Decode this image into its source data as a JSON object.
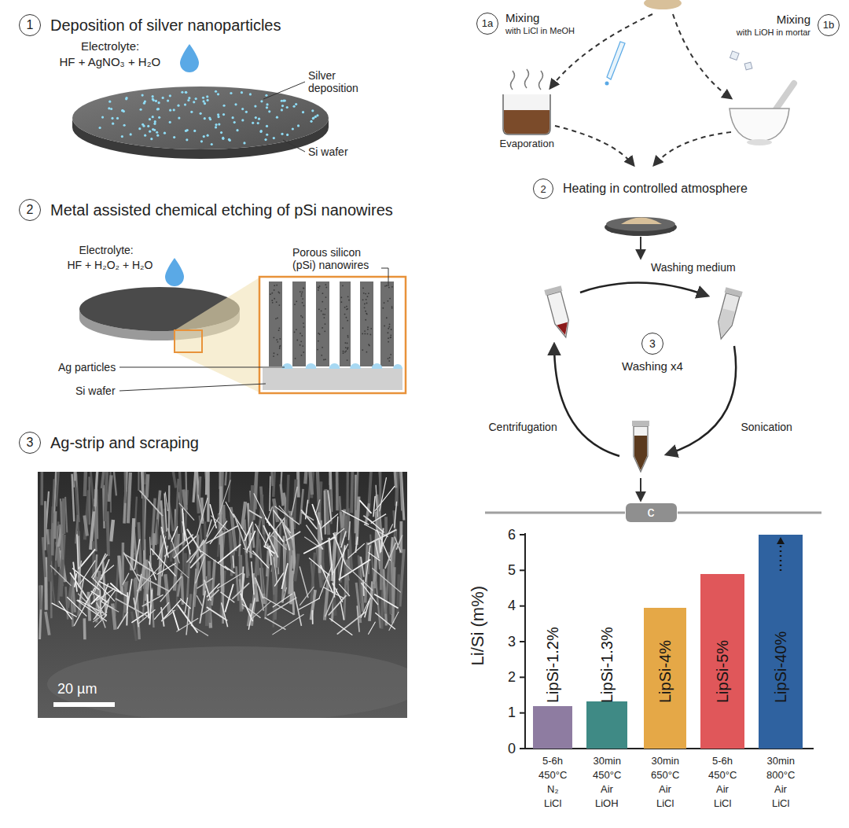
{
  "diagram": {
    "nodes": [
      {
        "text": [
          "1",
          "Deposition of silver nanoparticles"
        ]
      },
      {
        "text": [
          "2",
          "Metal assisted chemical etching of pSi nanowires"
        ]
      },
      {
        "text": [
          "3",
          "Ag-strip and scraping"
        ]
      },
      {
        "text": [
          "1a",
          "Mixing",
          "with LiCl in MeOH"
        ]
      },
      {
        "text": [
          "Mixing",
          "with LiOH in mortar",
          "1b"
        ]
      },
      {
        "text": [
          "2",
          "Heating in controlled atmosphere"
        ]
      },
      {
        "text": [
          "3",
          "Washing x4"
        ]
      },
      {
        "text": [
          "c"
        ]
      },
      {
        "text": [
          "LipSi-1.2%"
        ]
      },
      {
        "text": [
          "LipSi-1.3%"
        ]
      },
      {
        "text": [
          "LipSi-4%"
        ]
      },
      {
        "text": [
          "LipSi-5%"
        ]
      },
      {
        "text": [
          "LipSi-40%"
        ]
      }
    ],
    "labels": [
      "Electrolyte:",
      "HF + AgNO₃ + H₂O",
      "Silver deposition",
      "Si wafer",
      "Electrolyte:",
      "HF + H₂O₂ + H₂O",
      "Porous silicon (pSi) nanowires",
      "Ag particles",
      "Si wafer",
      "20 µm",
      "Evaporation",
      "Washing medium",
      "Centrifugation",
      "Sonication",
      "Li/Si (m%)",
      "0",
      "1",
      "2",
      "3",
      "4",
      "5",
      "6",
      "5-6h",
      "450°C",
      "N₂",
      "LiCl",
      "30min",
      "450°C",
      "Air",
      "LiOH",
      "30min",
      "650°C",
      "Air",
      "LiCl",
      "5-6h",
      "450°C",
      "Air",
      "LiCl",
      "30min",
      "800°C",
      "Air",
      "LiCl"
    ]
  }
}
